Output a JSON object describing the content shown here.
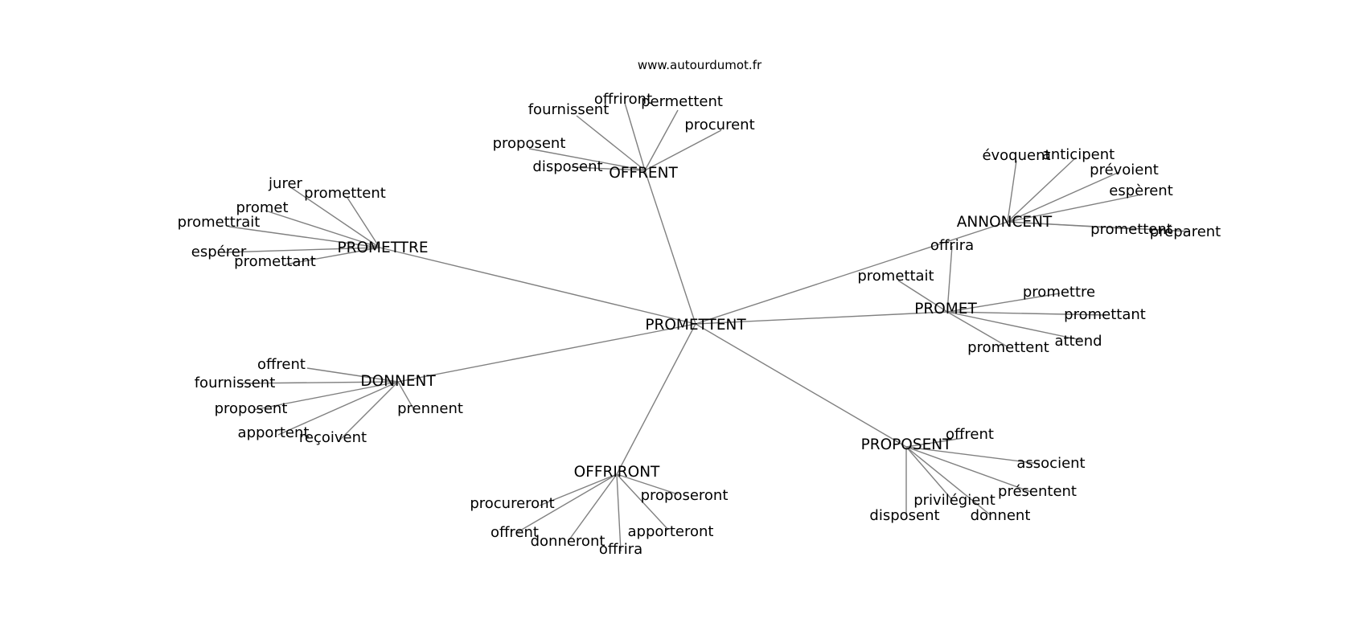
{
  "source": "www.autourdumot.fr",
  "colors": {
    "edge": "#808080",
    "text": "#000000",
    "background": "#ffffff"
  },
  "graph": {
    "center": "PROMETTENT",
    "clusters": [
      {
        "hub": "OFFRENT",
        "leaves": [
          "fournissent",
          "offriront",
          "permettent",
          "procurent",
          "proposent",
          "disposent"
        ]
      },
      {
        "hub": "PROMETTRE",
        "leaves": [
          "jurer",
          "promettent",
          "promet",
          "promettrait",
          "espérer",
          "promettant"
        ]
      },
      {
        "hub": "ANNONCENT",
        "leaves": [
          "évoquent",
          "anticipent",
          "prévoient",
          "espèrent",
          "promettent",
          "préparent"
        ]
      },
      {
        "hub": "PROMET",
        "leaves": [
          "offrira",
          "promettait",
          "promettre",
          "promettant",
          "attend",
          "promettent"
        ]
      },
      {
        "hub": "DONNENT",
        "leaves": [
          "offrent",
          "fournissent",
          "proposent",
          "apportent",
          "reçoivent",
          "prennent"
        ]
      },
      {
        "hub": "OFFRIRONT",
        "leaves": [
          "procureront",
          "proposeront",
          "offrent",
          "donneront",
          "offrira",
          "apporteront"
        ]
      },
      {
        "hub": "PROPOSENT",
        "leaves": [
          "offrent",
          "associent",
          "présentent",
          "privilégient",
          "donnent",
          "disposent"
        ]
      }
    ]
  }
}
